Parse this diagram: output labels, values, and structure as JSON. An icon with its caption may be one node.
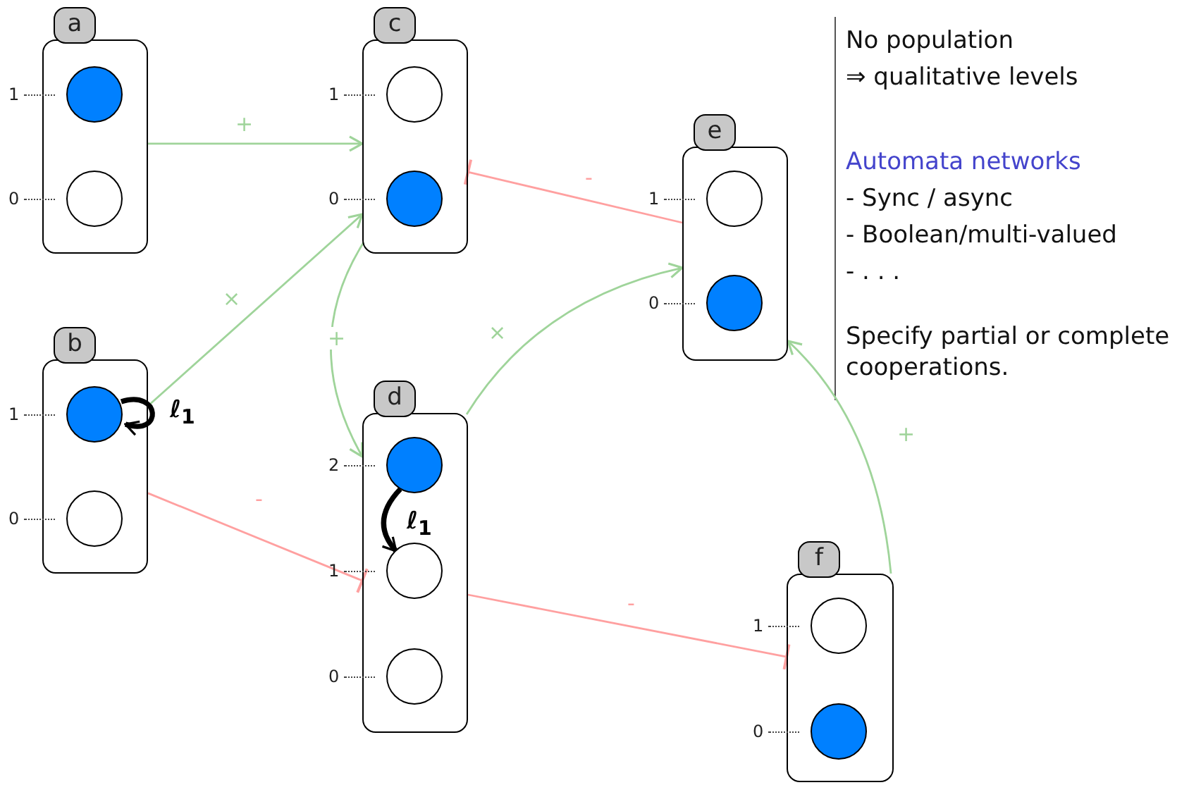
{
  "diagram": {
    "nodes": [
      {
        "text": [
          "a"
        ]
      },
      {
        "text": [],
        "shape": "circle",
        "in": 0,
        "beside": [
          "1"
        ]
      },
      {
        "text": [],
        "shape": "circle",
        "in": 0,
        "beside": [
          "0"
        ]
      },
      {
        "text": [
          "b"
        ]
      },
      {
        "text": [],
        "shape": "circle",
        "in": 3,
        "beside": [
          "1"
        ]
      },
      {
        "text": [],
        "shape": "circle",
        "in": 3,
        "beside": [
          "0"
        ]
      },
      {
        "text": [
          "c"
        ]
      },
      {
        "text": [],
        "shape": "circle",
        "in": 6,
        "beside": [
          "1"
        ]
      },
      {
        "text": [],
        "shape": "circle",
        "in": 6,
        "beside": [
          "0"
        ]
      },
      {
        "text": [
          "d"
        ]
      },
      {
        "text": [],
        "shape": "circle",
        "in": 9,
        "beside": [
          "2"
        ]
      },
      {
        "text": [],
        "shape": "circle",
        "in": 9,
        "beside": [
          "1"
        ]
      },
      {
        "text": [],
        "shape": "circle",
        "in": 9,
        "beside": [
          "0"
        ]
      },
      {
        "text": [
          "e"
        ]
      },
      {
        "text": [],
        "shape": "circle",
        "in": 13,
        "beside": [
          "1"
        ]
      },
      {
        "text": [],
        "shape": "circle",
        "in": 13,
        "beside": [
          "0"
        ]
      },
      {
        "text": [
          "f"
        ]
      },
      {
        "text": [],
        "shape": "circle",
        "in": 16,
        "beside": [
          "1"
        ]
      },
      {
        "text": [],
        "shape": "circle",
        "in": 16,
        "beside": [
          "0"
        ]
      }
    ],
    "edges": [
      {
        "from": 0,
        "to": 6,
        "arrow": "to",
        "label": "+"
      },
      {
        "from": 3,
        "to": 6,
        "arrow": "to",
        "label": "×"
      },
      {
        "from": 6,
        "to": 9,
        "arrow": "to",
        "label": "+"
      },
      {
        "from": 9,
        "to": 13,
        "arrow": "to",
        "label": "×"
      },
      {
        "from": 13,
        "to": 6,
        "arrow": "other",
        "label": "-",
        "color": "#ffa0a0"
      },
      {
        "from": 3,
        "to": 9,
        "arrow": "other",
        "label": "-",
        "color": "#ffa0a0"
      },
      {
        "from": 9,
        "to": 16,
        "arrow": "other",
        "label": "-",
        "color": "#ffa0a0"
      },
      {
        "from": 16,
        "to": 13,
        "arrow": "to",
        "label": "+"
      },
      {
        "from": 4,
        "to": 4,
        "arrow": "to",
        "label": "ℓ$_{1}$",
        "style": "thick",
        "color": "#000000"
      },
      {
        "from": 10,
        "to": 11,
        "arrow": "to",
        "label": "ℓ$_{1}$",
        "style": "thick",
        "color": "#000000"
      }
    ],
    "labels": [
      "No population",
      "⇒ qualitative levels",
      "Automata networks",
      "- Sync / async",
      "- Boolean/multi-valued",
      "- . . .",
      "Specify partial or complete cooperations."
    ]
  }
}
